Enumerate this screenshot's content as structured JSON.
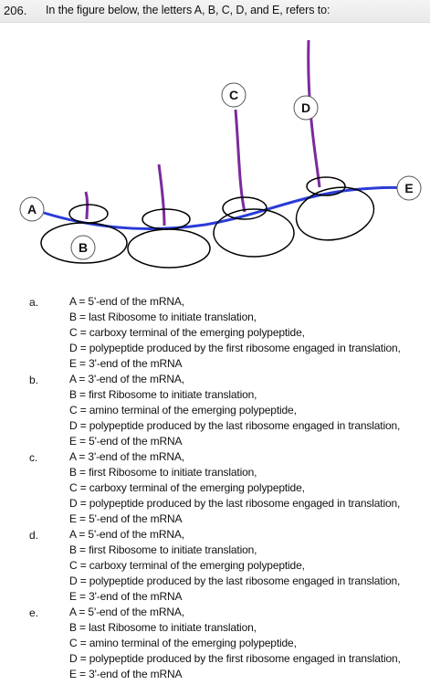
{
  "question": {
    "number": "206.",
    "text": "In the figure below, the letters A, B, C, D, and E, refers to:"
  },
  "figure": {
    "labels": {
      "A": "A",
      "B": "B",
      "C": "C",
      "D": "D",
      "E": "E"
    },
    "colors": {
      "mrna": "#2a3bd6",
      "polypeptide": "#7b2a9c",
      "ribosome": "#000000"
    }
  },
  "options": [
    {
      "letter": "a.",
      "lines": [
        "A = 5'-end of the mRNA,",
        "B = last Ribosome to initiate translation,",
        "C = carboxy terminal of the emerging polypeptide,",
        "D = polypeptide produced by the first ribosome engaged in translation,",
        "E = 3'-end of the mRNA"
      ]
    },
    {
      "letter": "b.",
      "lines": [
        "A = 3'-end of the mRNA,",
        "B = first Ribosome to initiate translation,",
        "C = amino terminal of the emerging polypeptide,",
        "D = polypeptide produced by the last ribosome engaged in translation,",
        "E = 5'-end of the mRNA"
      ]
    },
    {
      "letter": "c.",
      "lines": [
        "A = 3'-end of the mRNA,",
        "B = first Ribosome to initiate translation,",
        "C = carboxy terminal of the emerging polypeptide,",
        "D = polypeptide produced by the last ribosome engaged in translation,",
        "E = 5'-end of the mRNA"
      ]
    },
    {
      "letter": "d.",
      "lines": [
        "A = 5'-end of the mRNA,",
        "B = first Ribosome to initiate translation,",
        "C = carboxy terminal of the emerging polypeptide,",
        "D = polypeptide produced by the last ribosome engaged in translation,",
        "E = 3'-end of the mRNA"
      ]
    },
    {
      "letter": "e.",
      "lines": [
        "A = 5'-end of the mRNA,",
        "B = last Ribosome to initiate translation,",
        "C = amino terminal of the emerging polypeptide,",
        "D = polypeptide produced by the first ribosome engaged in translation,",
        "E = 3'-end of the mRNA"
      ]
    }
  ]
}
